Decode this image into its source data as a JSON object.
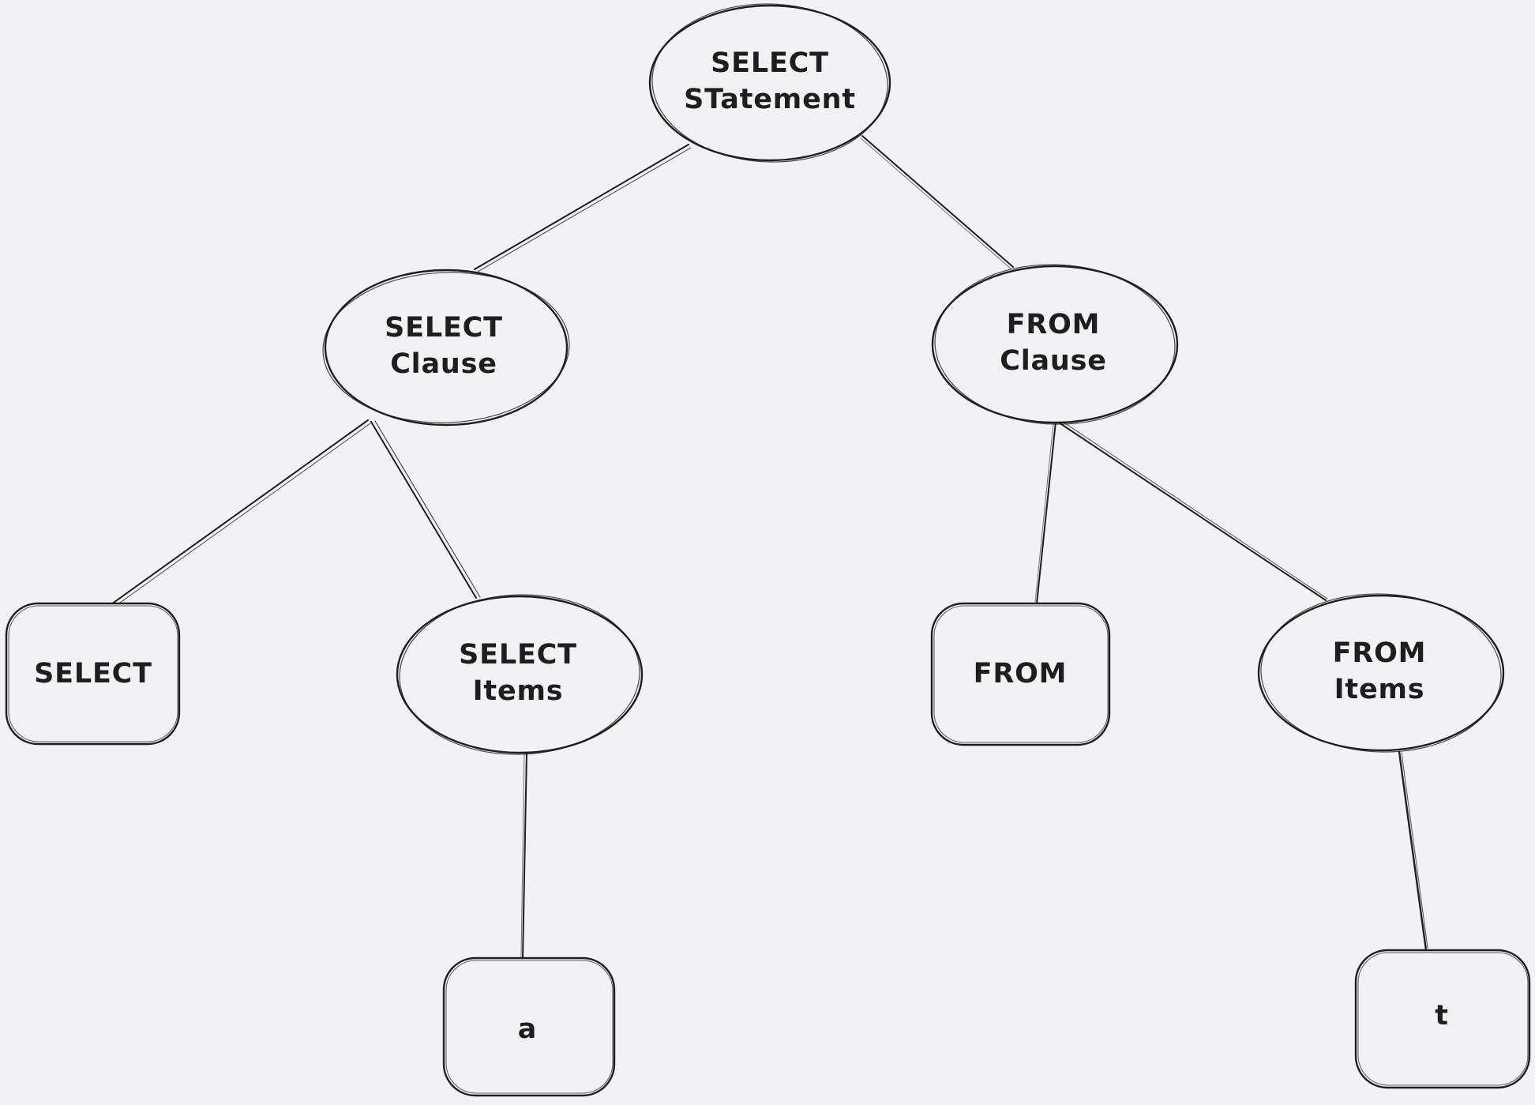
{
  "diagram": {
    "title": "SQL SELECT statement parse tree",
    "background_color": "#f1f2f4",
    "stroke_color": "#1e1e1e",
    "nodes": {
      "select_statement": {
        "label": "SELECT\nSTatement",
        "shape": "ellipse"
      },
      "select_clause": {
        "label": "SELECT\nClause",
        "shape": "ellipse"
      },
      "from_clause": {
        "label": "FROM\nClause",
        "shape": "ellipse"
      },
      "select_keyword": {
        "label": "SELECT",
        "shape": "rounded-rectangle"
      },
      "select_items": {
        "label": "SELECT\nItems",
        "shape": "ellipse"
      },
      "from_keyword": {
        "label": "FROM",
        "shape": "rounded-rectangle"
      },
      "from_items": {
        "label": "FROM\nItems",
        "shape": "ellipse"
      },
      "column_a": {
        "label": "a",
        "shape": "rounded-rectangle"
      },
      "table_t": {
        "label": "t",
        "shape": "rounded-rectangle"
      }
    },
    "edges": [
      {
        "from": "select_statement",
        "to": "select_clause"
      },
      {
        "from": "select_statement",
        "to": "from_clause"
      },
      {
        "from": "select_clause",
        "to": "select_keyword"
      },
      {
        "from": "select_clause",
        "to": "select_items"
      },
      {
        "from": "select_items",
        "to": "column_a"
      },
      {
        "from": "from_clause",
        "to": "from_keyword"
      },
      {
        "from": "from_clause",
        "to": "from_items"
      },
      {
        "from": "from_items",
        "to": "table_t"
      }
    ]
  }
}
